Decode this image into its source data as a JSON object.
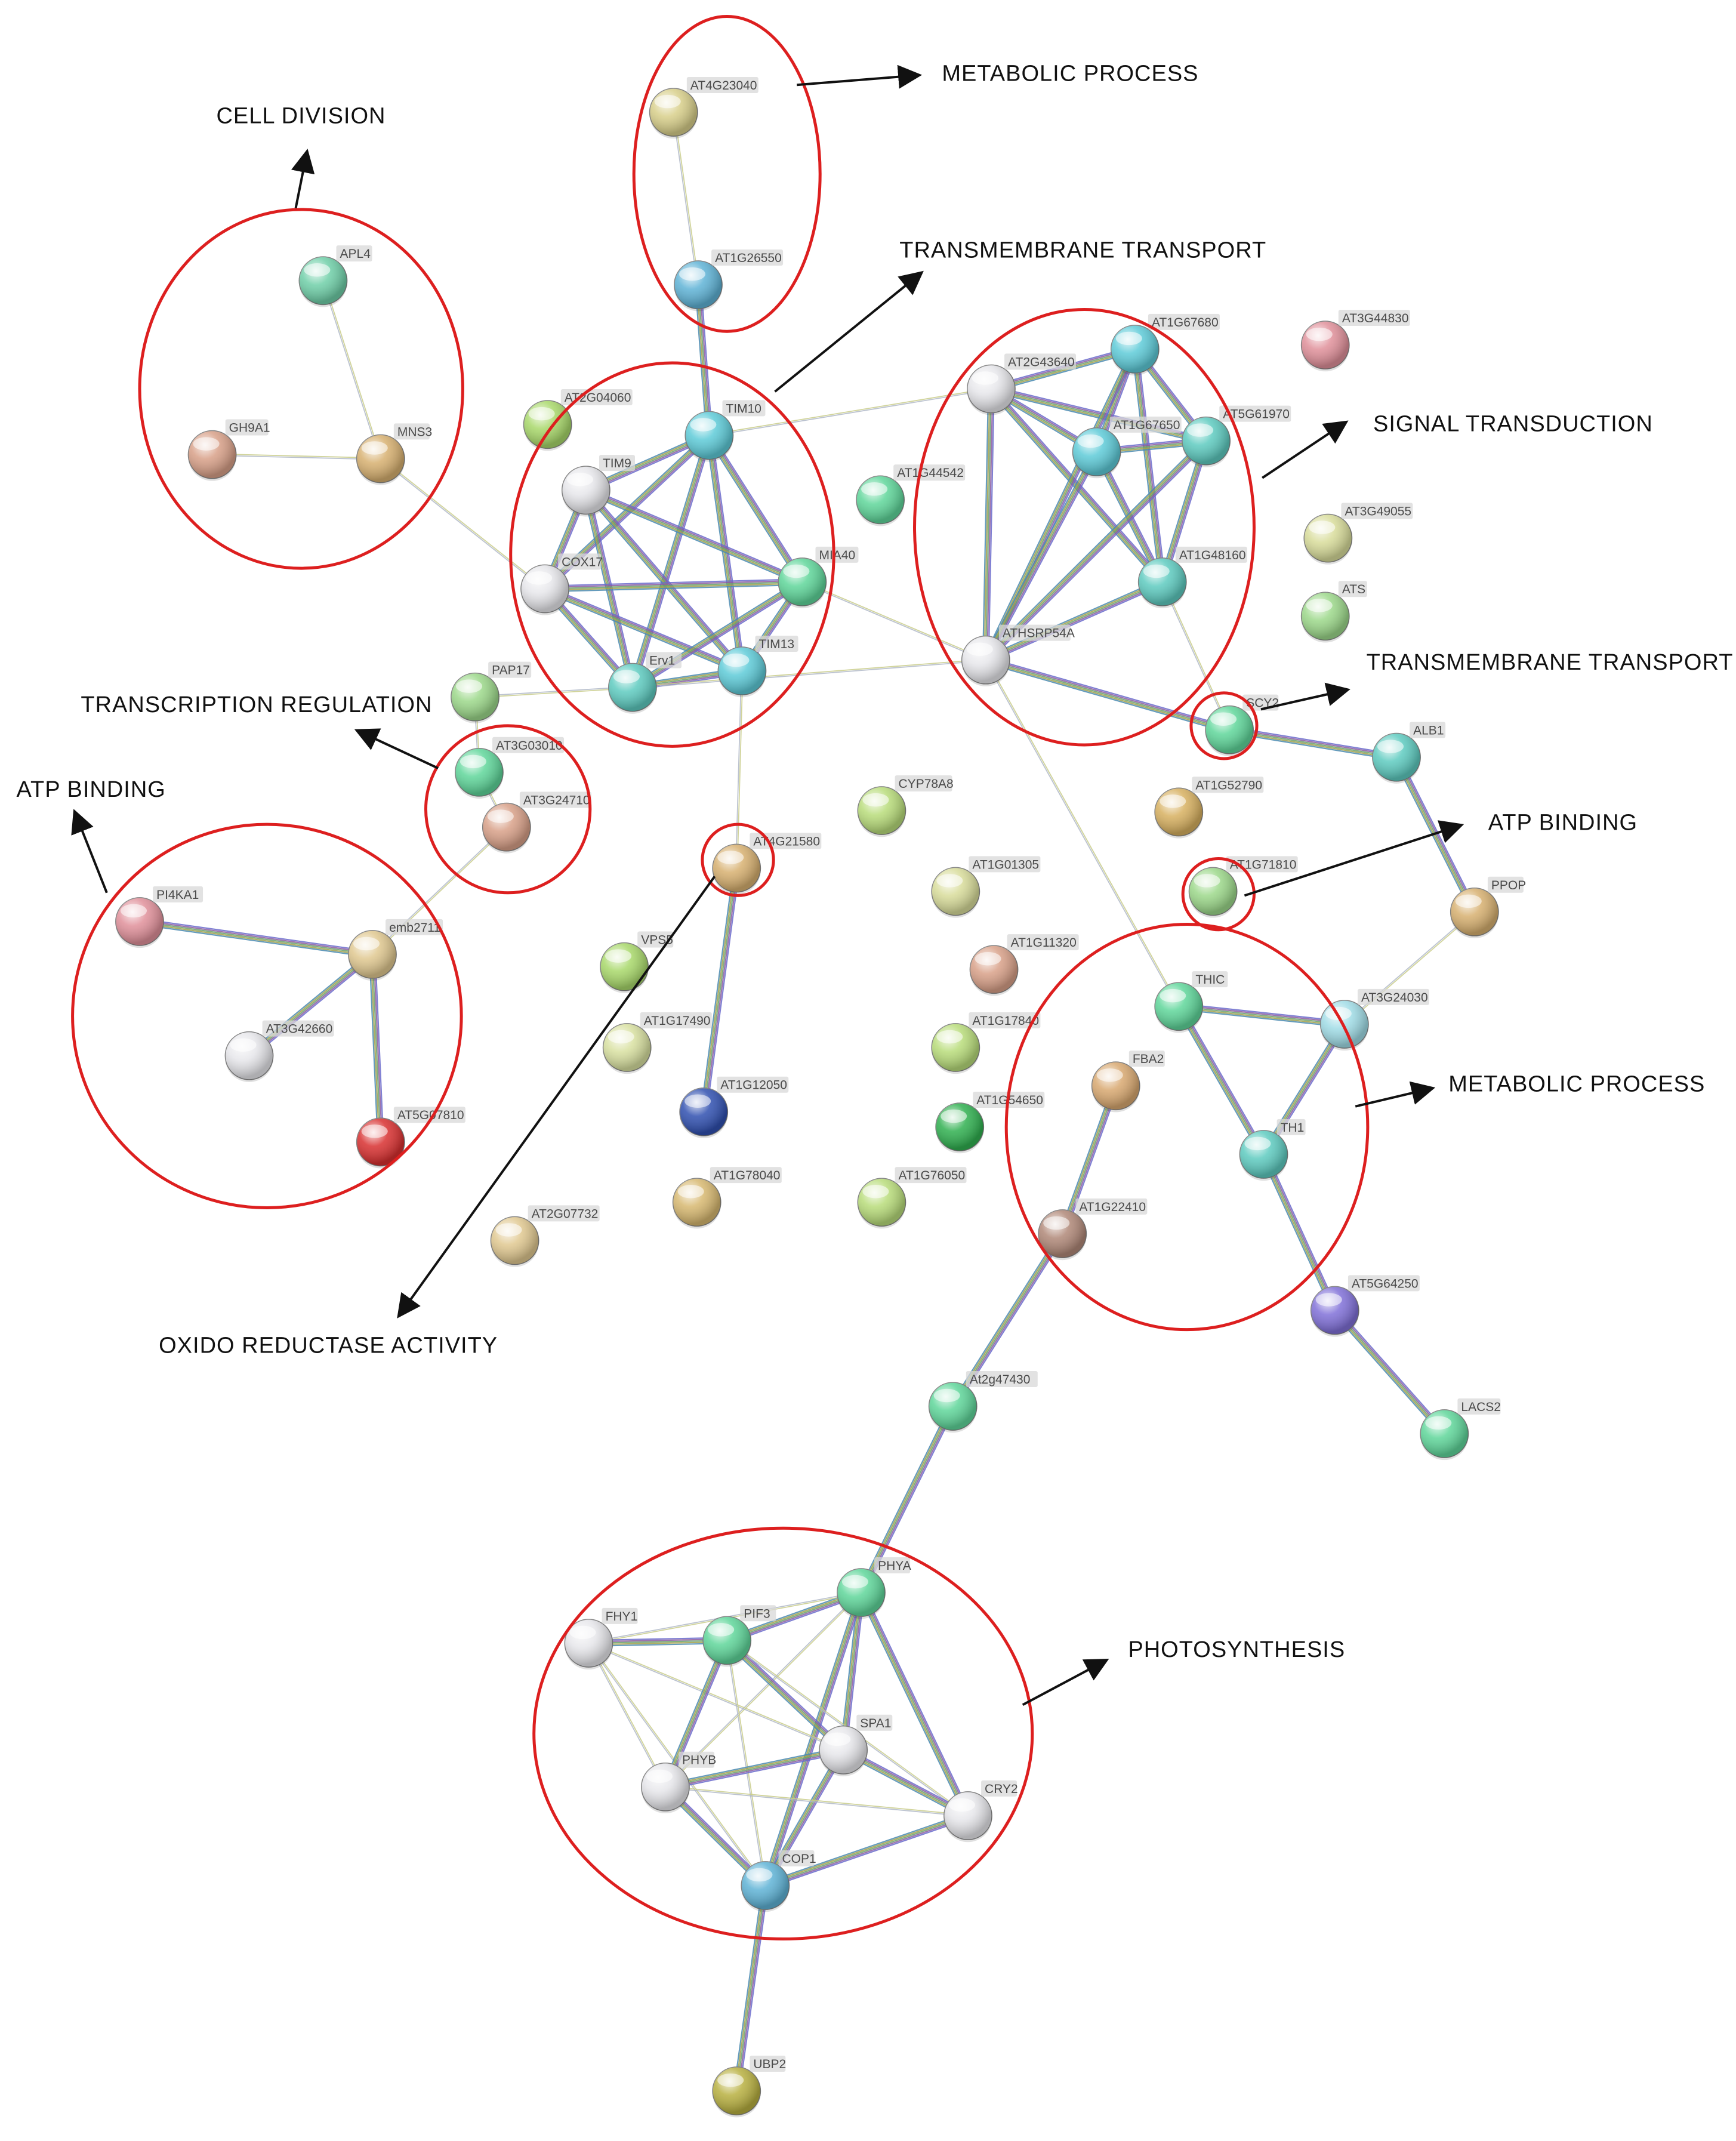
{
  "nodes": [
    {
      "id": "AT4G23040",
      "label": "AT4G23040",
      "color": "#d8cf8a"
    },
    {
      "id": "AT1G26550",
      "label": "AT1G26550",
      "color": "#5fb3d6"
    },
    {
      "id": "APL4",
      "label": "APL4",
      "color": "#6fcfa8"
    },
    {
      "id": "GH9A1",
      "label": "GH9A1",
      "color": "#d8a088"
    },
    {
      "id": "MNS3",
      "label": "MNS3",
      "color": "#d7b070"
    },
    {
      "id": "AT2G04060",
      "label": "AT2G04060",
      "color": "#a8d86a"
    },
    {
      "id": "TIM10",
      "label": "TIM10",
      "color": "#5ecbd8"
    },
    {
      "id": "TIM9",
      "label": "TIM9",
      "color": "#e6e6ea"
    },
    {
      "id": "COX17",
      "label": "COX17",
      "color": "#e6e6ea"
    },
    {
      "id": "MIA40",
      "label": "MIA40",
      "color": "#5fd69a"
    },
    {
      "id": "TIM13",
      "label": "TIM13",
      "color": "#5ecbd8"
    },
    {
      "id": "Erv1",
      "label": "Erv1",
      "color": "#5ecbc0"
    },
    {
      "id": "AT1G44542",
      "label": "AT1G44542",
      "color": "#5fd69a"
    },
    {
      "id": "AT2G43640",
      "label": "AT2G43640",
      "color": "#e6e6ea"
    },
    {
      "id": "AT1G67680",
      "label": "AT1G67680",
      "color": "#5ecbd8"
    },
    {
      "id": "AT5G61970",
      "label": "AT5G61970",
      "color": "#5ecbc0"
    },
    {
      "id": "AT1G67650",
      "label": "AT1G67650",
      "color": "#5ecbd8"
    },
    {
      "id": "AT1G48160",
      "label": "AT1G48160",
      "color": "#5ecbc0"
    },
    {
      "id": "ATHSRP54A",
      "label": "ATHSRP54A",
      "color": "#e6e6ea"
    },
    {
      "id": "AT3G44830",
      "label": "AT3G44830",
      "color": "#e0909a"
    },
    {
      "id": "AT3G49055",
      "label": "AT3G49055",
      "color": "#d8dc9a"
    },
    {
      "id": "ATS",
      "label": "ATS",
      "color": "#9cd88a"
    },
    {
      "id": "PAP17",
      "label": "PAP17",
      "color": "#9cd88a"
    },
    {
      "id": "AT3G03010",
      "label": "AT3G03010",
      "color": "#5fd69a"
    },
    {
      "id": "AT3G24710",
      "label": "AT3G24710",
      "color": "#d8a088"
    },
    {
      "id": "SCY2",
      "label": "SCY2",
      "color": "#5fd69a"
    },
    {
      "id": "ALB1",
      "label": "ALB1",
      "color": "#5ecbc0"
    },
    {
      "id": "CYP78A8",
      "label": "CYP78A8",
      "color": "#b8dc7a"
    },
    {
      "id": "AT1G52790",
      "label": "AT1G52790",
      "color": "#d7b060"
    },
    {
      "id": "AT4G21580",
      "label": "AT4G21580",
      "color": "#d7b070"
    },
    {
      "id": "AT1G01305",
      "label": "AT1G01305",
      "color": "#d8dc9a"
    },
    {
      "id": "AT1G71810",
      "label": "AT1G71810",
      "color": "#9cd88a"
    },
    {
      "id": "PPOP",
      "label": "PPOP",
      "color": "#d7b070"
    },
    {
      "id": "PI4KA1",
      "label": "PI4KA1",
      "color": "#e0909a"
    },
    {
      "id": "emb2711",
      "label": "emb2711",
      "color": "#e0c890"
    },
    {
      "id": "VPS5",
      "label": "VPS5",
      "color": "#a8d86a"
    },
    {
      "id": "AT1G11320",
      "label": "AT1G11320",
      "color": "#d8a088"
    },
    {
      "id": "THIC",
      "label": "THIC",
      "color": "#5fd69a"
    },
    {
      "id": "AT3G24030",
      "label": "AT3G24030",
      "color": "#a0dce6"
    },
    {
      "id": "AT3G42660",
      "label": "AT3G42660",
      "color": "#e6e6ea"
    },
    {
      "id": "AT1G17490",
      "label": "AT1G17490",
      "color": "#d8e0a0"
    },
    {
      "id": "AT1G17840",
      "label": "AT1G17840",
      "color": "#b8dc7a"
    },
    {
      "id": "FBA2",
      "label": "FBA2",
      "color": "#d8a870"
    },
    {
      "id": "AT5G07810",
      "label": "AT5G07810",
      "color": "#d83030"
    },
    {
      "id": "AT1G12050",
      "label": "AT1G12050",
      "color": "#3050b0"
    },
    {
      "id": "AT1G54650",
      "label": "AT1G54650",
      "color": "#30b050"
    },
    {
      "id": "TH1",
      "label": "TH1",
      "color": "#5ecbc0"
    },
    {
      "id": "AT1G76050",
      "label": "AT1G76050",
      "color": "#b8dc7a"
    },
    {
      "id": "AT1G78040",
      "label": "AT1G78040",
      "color": "#d7b870"
    },
    {
      "id": "AT1G22410",
      "label": "AT1G22410",
      "color": "#b08878"
    },
    {
      "id": "AT2G07732",
      "label": "AT2G07732",
      "color": "#e0c890"
    },
    {
      "id": "AT5G64250",
      "label": "AT5G64250",
      "color": "#8070d8"
    },
    {
      "id": "At2g47430",
      "label": "At2g47430",
      "color": "#5fd69a"
    },
    {
      "id": "LACS2",
      "label": "LACS2",
      "color": "#5fd69a"
    },
    {
      "id": "PHYA",
      "label": "PHYA",
      "color": "#5fd69a"
    },
    {
      "id": "FHY1",
      "label": "FHY1",
      "color": "#e6e6ea"
    },
    {
      "id": "PIF3",
      "label": "PIF3",
      "color": "#5fd69a"
    },
    {
      "id": "SPA1",
      "label": "SPA1",
      "color": "#e6e6ea"
    },
    {
      "id": "PHYB",
      "label": "PHYB",
      "color": "#e6e6ea"
    },
    {
      "id": "CRY2",
      "label": "CRY2",
      "color": "#e6e6ea"
    },
    {
      "id": "COP1",
      "label": "COP1",
      "color": "#5fb3d6"
    },
    {
      "id": "UBP2",
      "label": "UBP2",
      "color": "#b8b040"
    }
  ],
  "edges": [
    [
      "AT4G23040",
      "AT1G26550"
    ],
    [
      "AT1G26550",
      "TIM10"
    ],
    [
      "APL4",
      "MNS3"
    ],
    [
      "GH9A1",
      "MNS3"
    ],
    [
      "MNS3",
      "COX17"
    ],
    [
      "TIM10",
      "TIM9"
    ],
    [
      "TIM10",
      "COX17"
    ],
    [
      "TIM10",
      "MIA40"
    ],
    [
      "TIM10",
      "TIM13"
    ],
    [
      "TIM10",
      "Erv1"
    ],
    [
      "TIM9",
      "COX17"
    ],
    [
      "TIM9",
      "MIA40"
    ],
    [
      "TIM9",
      "TIM13"
    ],
    [
      "TIM9",
      "Erv1"
    ],
    [
      "COX17",
      "MIA40"
    ],
    [
      "COX17",
      "TIM13"
    ],
    [
      "COX17",
      "Erv1"
    ],
    [
      "MIA40",
      "TIM13"
    ],
    [
      "MIA40",
      "Erv1"
    ],
    [
      "TIM13",
      "Erv1"
    ],
    [
      "TIM10",
      "AT2G43640"
    ],
    [
      "MIA40",
      "ATHSRP54A"
    ],
    [
      "Erv1",
      "ATHSRP54A"
    ],
    [
      "Erv1",
      "PAP17"
    ],
    [
      "TIM13",
      "AT4G21580"
    ],
    [
      "AT2G43640",
      "AT1G67680"
    ],
    [
      "AT2G43640",
      "AT1G67650"
    ],
    [
      "AT2G43640",
      "AT5G61970"
    ],
    [
      "AT2G43640",
      "AT1G48160"
    ],
    [
      "AT2G43640",
      "ATHSRP54A"
    ],
    [
      "AT1G67680",
      "AT1G67650"
    ],
    [
      "AT1G67680",
      "AT5G61970"
    ],
    [
      "AT1G67680",
      "AT1G48160"
    ],
    [
      "AT1G67680",
      "ATHSRP54A"
    ],
    [
      "AT1G67650",
      "AT5G61970"
    ],
    [
      "AT1G67650",
      "AT1G48160"
    ],
    [
      "AT1G67650",
      "ATHSRP54A"
    ],
    [
      "AT5G61970",
      "AT1G48160"
    ],
    [
      "AT5G61970",
      "ATHSRP54A"
    ],
    [
      "AT1G48160",
      "ATHSRP54A"
    ],
    [
      "AT1G48160",
      "SCY2"
    ],
    [
      "ATHSRP54A",
      "SCY2"
    ],
    [
      "SCY2",
      "ALB1"
    ],
    [
      "ATHSRP54A",
      "THIC"
    ],
    [
      "ALB1",
      "PPOP"
    ],
    [
      "PPOP",
      "AT3G24030"
    ],
    [
      "PAP17",
      "AT3G03010"
    ],
    [
      "AT3G03010",
      "AT3G24710"
    ],
    [
      "AT3G24710",
      "emb2711"
    ],
    [
      "PI4KA1",
      "emb2711"
    ],
    [
      "emb2711",
      "AT3G42660"
    ],
    [
      "emb2711",
      "AT5G07810"
    ],
    [
      "AT4G21580",
      "AT1G12050"
    ],
    [
      "THIC",
      "AT3G24030"
    ],
    [
      "THIC",
      "TH1"
    ],
    [
      "AT3G24030",
      "TH1"
    ],
    [
      "TH1",
      "AT5G64250"
    ],
    [
      "AT5G64250",
      "LACS2"
    ],
    [
      "FBA2",
      "AT1G22410"
    ],
    [
      "AT1G22410",
      "At2g47430"
    ],
    [
      "At2g47430",
      "PHYA"
    ],
    [
      "PHYA",
      "PIF3"
    ],
    [
      "PHYA",
      "FHY1"
    ],
    [
      "PHYA",
      "SPA1"
    ],
    [
      "PHYA",
      "PHYB"
    ],
    [
      "PHYA",
      "CRY2"
    ],
    [
      "PHYA",
      "COP1"
    ],
    [
      "FHY1",
      "PIF3"
    ],
    [
      "FHY1",
      "PHYB"
    ],
    [
      "FHY1",
      "SPA1"
    ],
    [
      "FHY1",
      "COP1"
    ],
    [
      "PIF3",
      "PHYB"
    ],
    [
      "PIF3",
      "SPA1"
    ],
    [
      "PIF3",
      "COP1"
    ],
    [
      "PIF3",
      "CRY2"
    ],
    [
      "SPA1",
      "PHYB"
    ],
    [
      "SPA1",
      "COP1"
    ],
    [
      "SPA1",
      "CRY2"
    ],
    [
      "PHYB",
      "COP1"
    ],
    [
      "PHYB",
      "CRY2"
    ],
    [
      "CRY2",
      "COP1"
    ],
    [
      "COP1",
      "UBP2"
    ]
  ],
  "groups": [
    {
      "id": "cell-division",
      "label": "CELL DIVISION"
    },
    {
      "id": "metabolic-process-top",
      "label": "METABOLIC PROCESS"
    },
    {
      "id": "transmembrane-transport-top",
      "label": "TRANSMEMBRANE TRANSPORT"
    },
    {
      "id": "signal-transduction",
      "label": "SIGNAL TRANSDUCTION"
    },
    {
      "id": "transmembrane-transport-scy2",
      "label": "TRANSMEMBRANE TRANSPORT"
    },
    {
      "id": "transcription-regulation",
      "label": "TRANSCRIPTION REGULATION"
    },
    {
      "id": "atp-binding-left",
      "label": "ATP BINDING"
    },
    {
      "id": "atp-binding-right",
      "label": "ATP BINDING"
    },
    {
      "id": "metabolic-process-right",
      "label": "METABOLIC PROCESS"
    },
    {
      "id": "oxido-reductase",
      "label": "OXIDO REDUCTASE ACTIVITY"
    },
    {
      "id": "photosynthesis",
      "label": "PHOTOSYNTHESIS"
    }
  ],
  "colors": {
    "highlight_circle": "#dd1f1f",
    "arrow": "#111111",
    "edge_light": "#c9cc8a"
  }
}
